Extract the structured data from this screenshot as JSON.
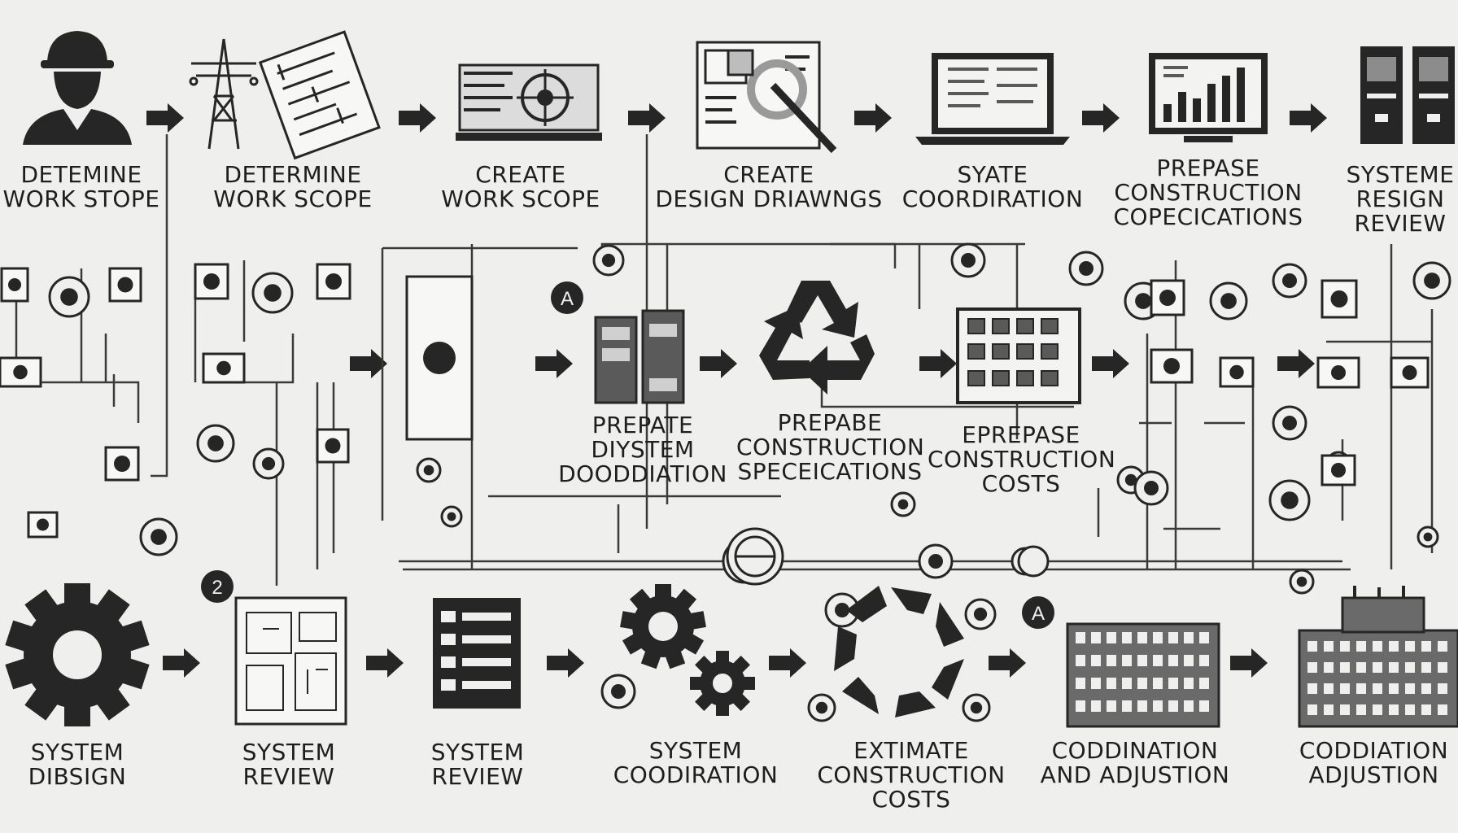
{
  "colors": {
    "ink": "#262626",
    "panel": "#5a5a5a",
    "paper": "#efefed",
    "window": "#cfcfcf"
  },
  "row1": [
    {
      "icon": "construction-worker-icon",
      "lines": [
        "DETEMINE",
        "WORK STOPE"
      ]
    },
    {
      "icon": "power-tower-document-icon",
      "lines": [
        "DETERMINE",
        "WORK SCOPE"
      ]
    },
    {
      "icon": "scope-monitor-icon",
      "lines": [
        "CREATE",
        "WORK SCOPE"
      ]
    },
    {
      "icon": "design-drawing-magnifier-icon",
      "lines": [
        "CREATE",
        "DESIGN DRIAWNGS"
      ]
    },
    {
      "icon": "laptop-icon",
      "lines": [
        "SYATE",
        "COORDIRATION"
      ]
    },
    {
      "icon": "bar-chart-monitor-icon",
      "lines": [
        "PREPASE",
        "CONSTRUCTION",
        "COPECICATIONS"
      ]
    },
    {
      "icon": "server-cabinet-icon",
      "lines": [
        "SYSTEME",
        "RESIGN",
        "REVIEW"
      ]
    }
  ],
  "row2": [
    {
      "icon": "recycle-icon",
      "lines": [
        "PREPATE",
        "DIYSTEM",
        "DOODDIATION"
      ]
    },
    {
      "icon": "recycle-icon",
      "lines": [
        "PREPABE",
        "CONSTRUCTION",
        "SPECEICATIONS"
      ]
    },
    {
      "icon": "building-grid-icon",
      "lines": [
        "EPREPASE",
        "CONSTRUCTION",
        "COSTS"
      ]
    }
  ],
  "row3": [
    {
      "icon": "gear-icon",
      "lines": [
        "SYSTEM",
        "DIBSIGN"
      ]
    },
    {
      "icon": "blueprint-icon",
      "lines": [
        "SYSTEM",
        "REVIEW"
      ]
    },
    {
      "icon": "checklist-icon",
      "lines": [
        "SYSTEM",
        "REVIEW"
      ]
    },
    {
      "icon": "gears-icon",
      "lines": [
        "SYSTEM",
        "COODIRATION"
      ]
    },
    {
      "icon": "cycle-arrows-icon",
      "lines": [
        "EXTIMATE",
        "CONSTRUCTION",
        "COSTS"
      ]
    },
    {
      "icon": "building-icon",
      "lines": [
        "CODDINATION",
        "AND ADJUSTION"
      ]
    },
    {
      "icon": "building-icon",
      "lines": [
        "CODDIATION",
        "ADJUSTION"
      ]
    }
  ],
  "badges": [
    "A",
    "A",
    "2"
  ]
}
